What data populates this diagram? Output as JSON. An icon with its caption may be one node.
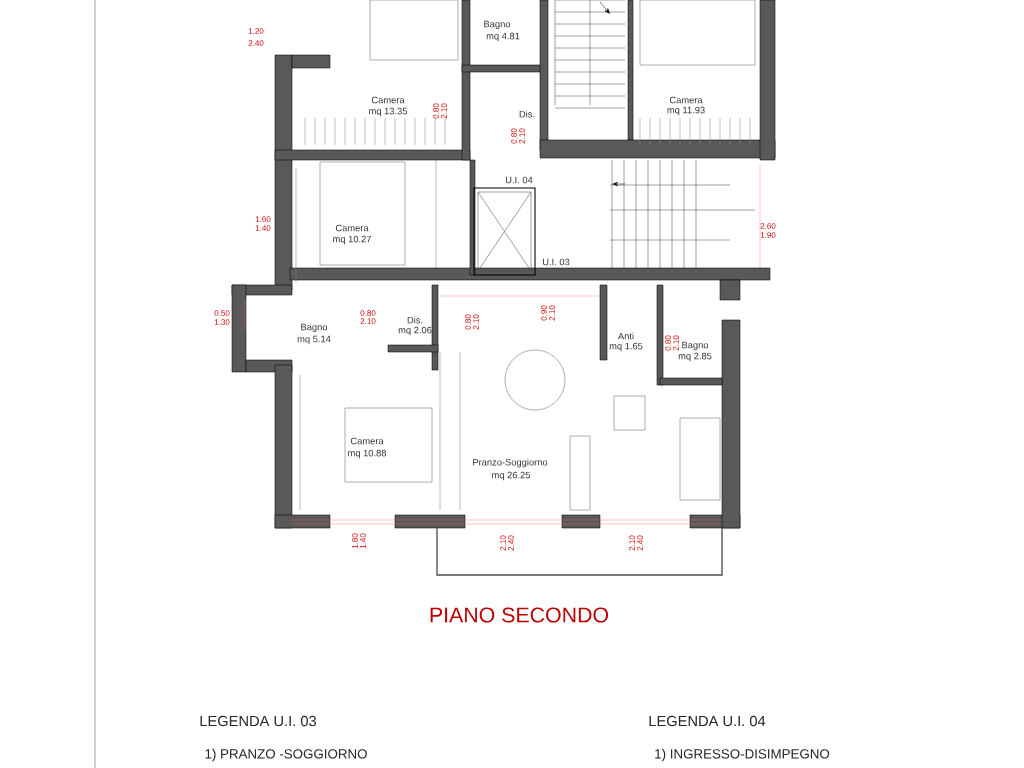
{
  "diagram": {
    "title": "PIANO SECONDO",
    "labels": [
      "1.20",
      "2.40",
      "Bagno",
      "mq 4.81",
      "0.80",
      "2.10",
      "Camera",
      "mq 13.35",
      "Dis.",
      "0.80",
      "2.10",
      "Camera",
      "mq 11.93",
      "U.I. 04",
      "1.60",
      "1.40",
      "Camera",
      "mq 10.27",
      "2.60",
      "1.90",
      "U.I. 03",
      "0.50",
      "1.30",
      "0.80",
      "2.10",
      "0.80",
      "2.10",
      "0.90",
      "2.10",
      "Bagno",
      "mq 5.14",
      "Dis.",
      "mq 2.06",
      "0.80",
      "2.10",
      "Anti",
      "mq 1.65",
      "Bagno",
      "mq 2.85",
      "Camera",
      "mq 10.88",
      "Pranzo-Soggiorno",
      "mq 26.25",
      "1.80",
      "1.40",
      "2.10",
      "2.40",
      "2.10",
      "2.40",
      "LEGENDA U.I. 03",
      "LEGENDA U.I. 04",
      "1) PRANZO -SOGGIORNO",
      "1) INGRESSO-DISIMPEGNO"
    ]
  }
}
